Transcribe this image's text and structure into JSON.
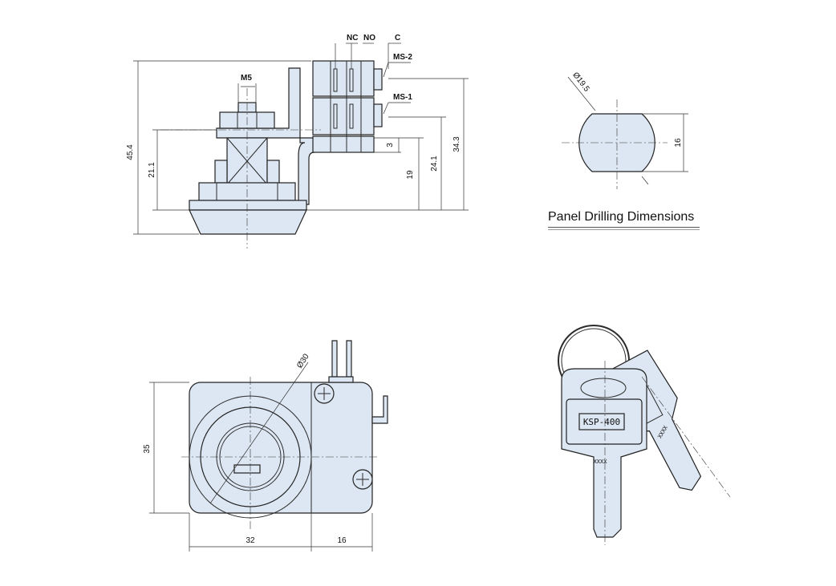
{
  "panel_drilling": {
    "title": "Panel Drilling Dimensions",
    "dia_label": "Ø19.5",
    "width_label": "16"
  },
  "side_view": {
    "terminal_nc": "NC",
    "terminal_no": "NO",
    "terminal_c": "C",
    "switch_ms2": "MS-2",
    "switch_ms1": "MS-1",
    "thread_m5": "M5",
    "dim_45_4": "45.4",
    "dim_21_1": "21.1",
    "dim_3": "3",
    "dim_19": "19",
    "dim_24_1": "24.1",
    "dim_34_3": "34.3"
  },
  "front_view": {
    "dia_30": "Ø30",
    "dim_35": "35",
    "dim_32": "32",
    "dim_16": "16"
  },
  "key": {
    "model": "KSP-400",
    "code1": "XXXX",
    "code2": "XXXX"
  },
  "colors": {
    "part_fill": "#dde7f3",
    "line": "#222222"
  }
}
